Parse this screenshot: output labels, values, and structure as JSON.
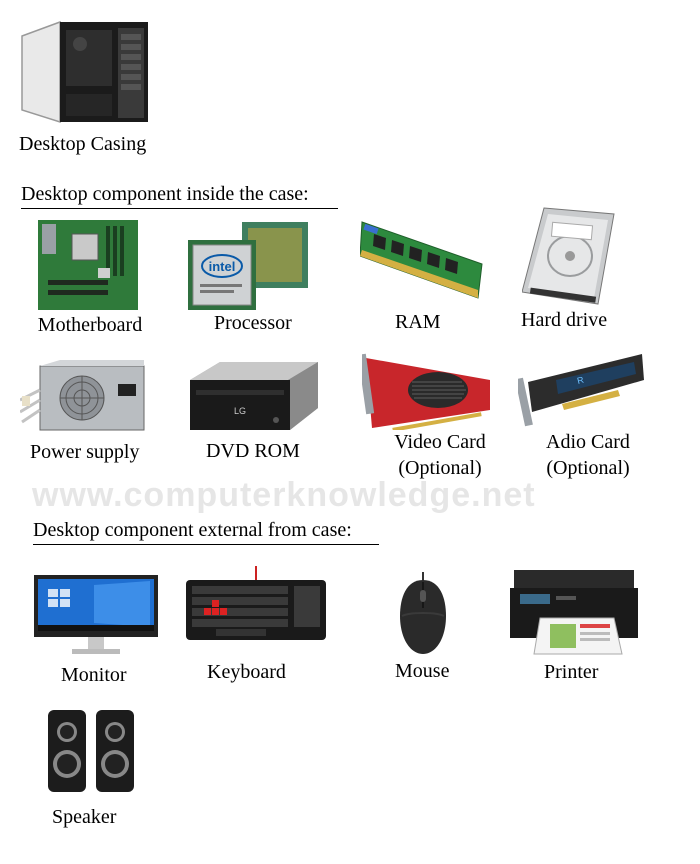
{
  "watermark": "www.computerknowledge.net",
  "casing": {
    "label": "Desktop Casing"
  },
  "internal": {
    "heading": "Desktop component inside the case:",
    "items": [
      {
        "label": "Motherboard",
        "icon": "motherboard-icon"
      },
      {
        "label": "Processor",
        "icon": "cpu-icon",
        "chip_text": "intel"
      },
      {
        "label": "RAM",
        "icon": "ram-icon"
      },
      {
        "label": "Hard drive",
        "icon": "hard-drive-icon"
      },
      {
        "label": "Power supply",
        "icon": "power-supply-icon"
      },
      {
        "label": "DVD ROM",
        "icon": "dvd-drive-icon",
        "brand": "LG"
      },
      {
        "label": "Video Card",
        "note": "(Optional)",
        "icon": "video-card-icon"
      },
      {
        "label": "Adio Card",
        "note": "(Optional)",
        "icon": "audio-card-icon"
      }
    ]
  },
  "external": {
    "heading": "Desktop component external from case:",
    "items": [
      {
        "label": "Monitor",
        "icon": "monitor-icon"
      },
      {
        "label": "Keyboard",
        "icon": "keyboard-icon"
      },
      {
        "label": "Mouse",
        "icon": "mouse-icon"
      },
      {
        "label": "Printer",
        "icon": "printer-icon"
      },
      {
        "label": "Speaker",
        "icon": "speaker-icon"
      }
    ]
  },
  "colors": {
    "pcb_green": "#2f7a3a",
    "red_card": "#c8262b",
    "screen_blue": "#1f6fd1",
    "gray": "#8a8a8a"
  }
}
